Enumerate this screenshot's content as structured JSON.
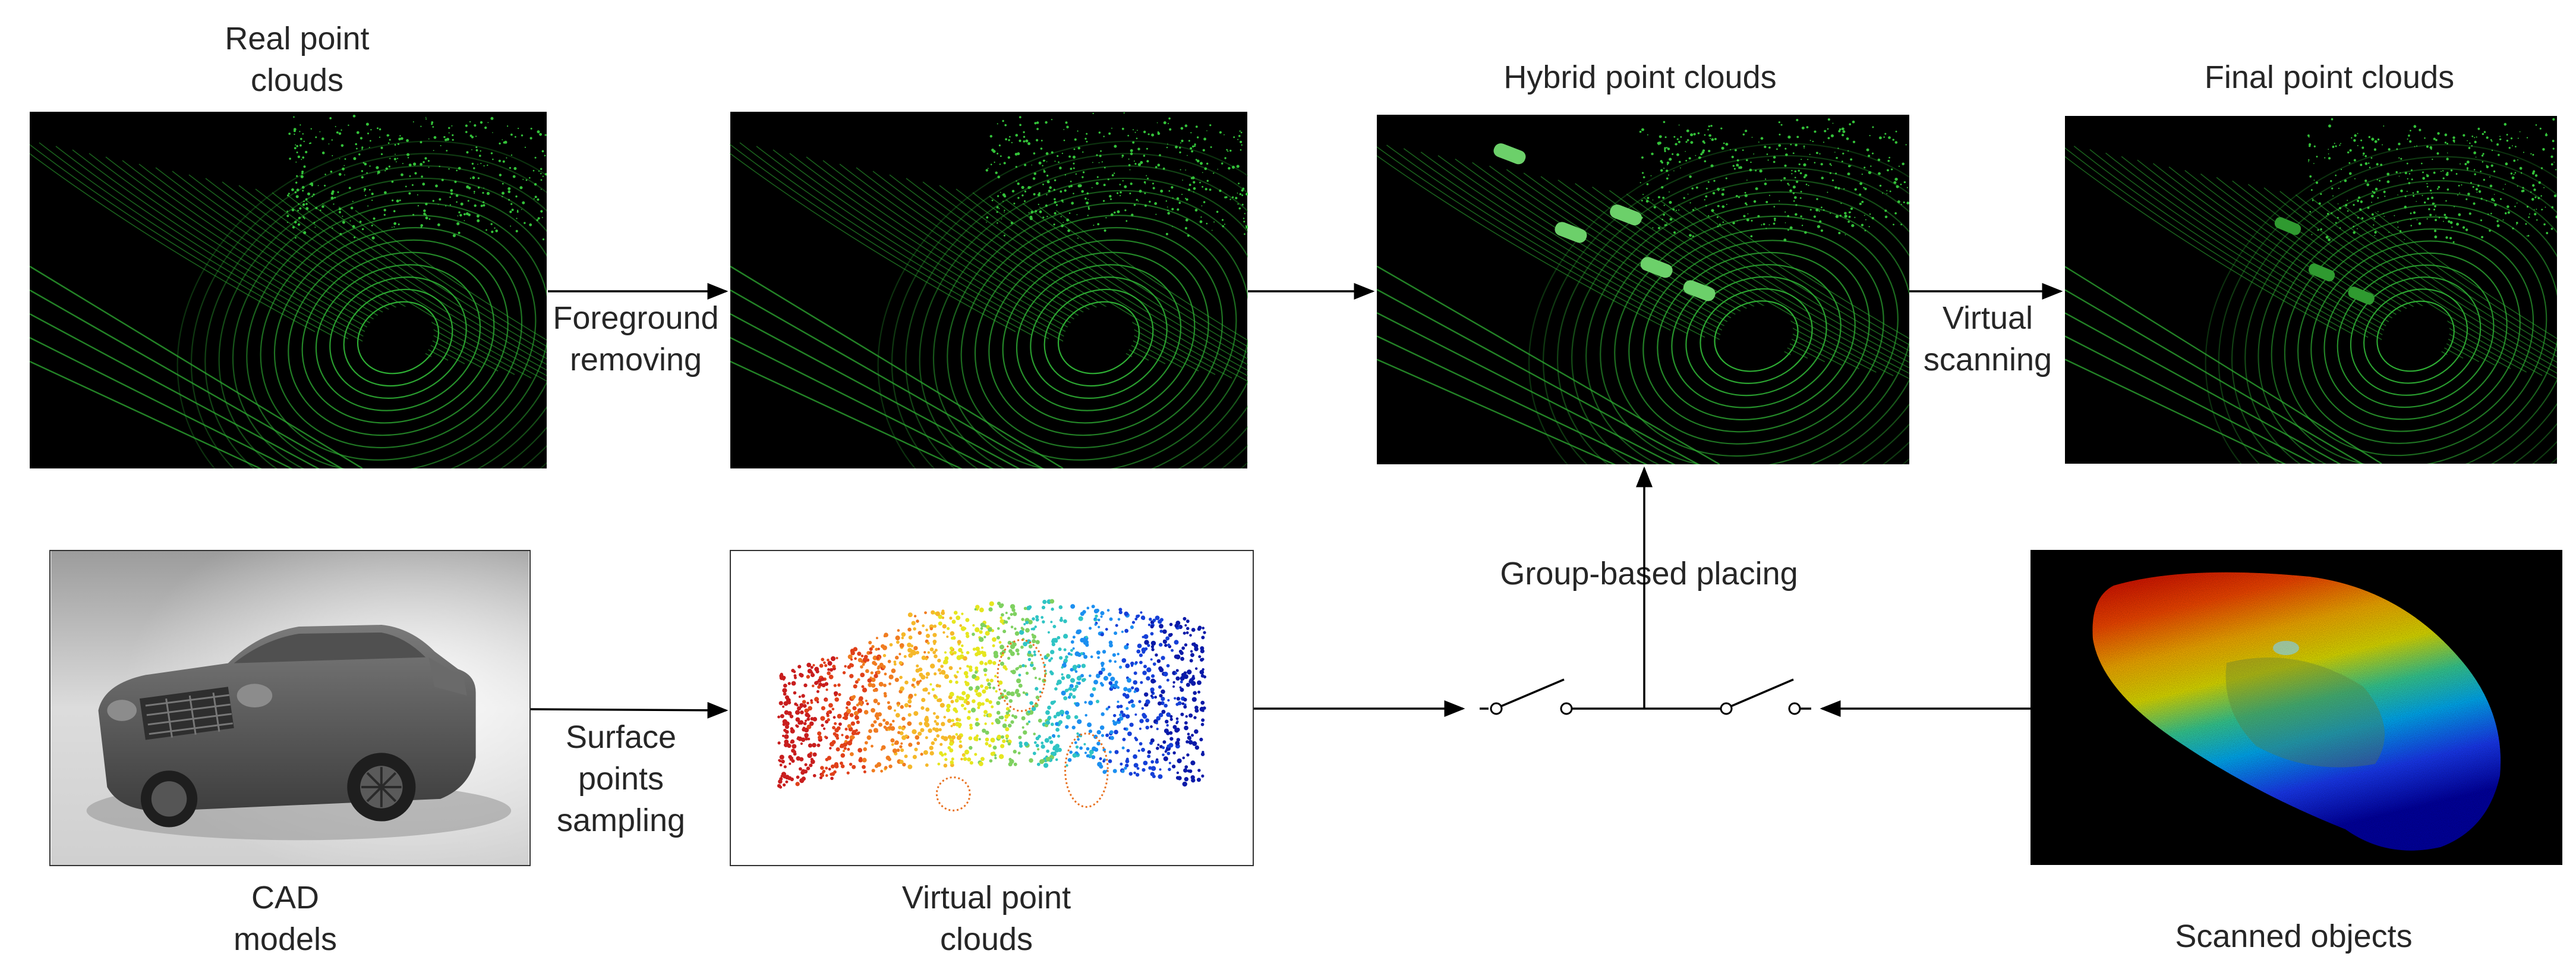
{
  "diagram": {
    "labels": {
      "real_point_clouds": "Real point\nclouds",
      "hybrid_point_clouds": "Hybrid point clouds",
      "final_point_clouds": "Final point clouds",
      "foreground_removing": "Foreground\nremoving",
      "virtual_scanning": "Virtual\nscanning",
      "group_based_placing": "Group-based placing",
      "surface_points_sampling": "Surface\npoints\nsampling",
      "cad_models": "CAD\nmodels",
      "virtual_point_clouds": "Virtual point\nclouds",
      "scanned_objects": "Scanned objects"
    },
    "colors": {
      "lidar_bg": "#000000",
      "lidar_point": "#34c23a",
      "arrow": "#000000",
      "cad_bg_top": "#e9e9e9",
      "cad_bg_bottom": "#cfcfcf",
      "scan_bg": "#000000"
    },
    "icons": {
      "switch_left": "open-switch-icon",
      "switch_right": "open-switch-icon"
    }
  }
}
